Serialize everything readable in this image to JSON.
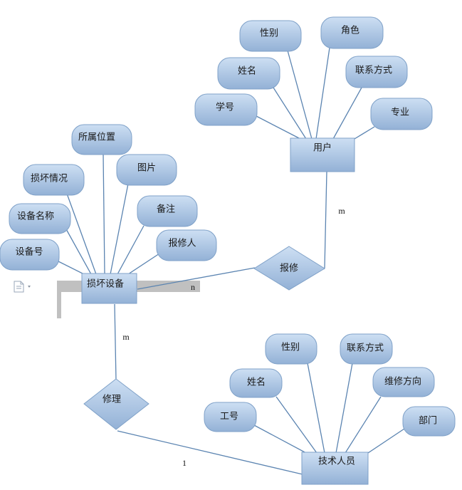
{
  "entities": {
    "user": "用户",
    "damaged_device": "损坏设备",
    "technician": "技术人员"
  },
  "relationships": {
    "report": "报修",
    "repair": "修理"
  },
  "user_attributes": {
    "gender": "性别",
    "role": "角色",
    "name": "姓名",
    "contact": "联系方式",
    "student_id": "学号",
    "major": "专业"
  },
  "device_attributes": {
    "location": "所属位置",
    "image": "图片",
    "damage_status": "损坏情况",
    "remark": "备注",
    "device_name": "设备名称",
    "reporter": "报修人",
    "device_id": "设备号"
  },
  "tech_attributes": {
    "gender": "性别",
    "contact": "联系方式",
    "name": "姓名",
    "repair_direction": "维修方向",
    "employee_id": "工号",
    "department": "部门"
  },
  "cardinalities": {
    "user_report": "m",
    "device_report": "n",
    "device_repair": "m",
    "tech_repair": "1"
  },
  "colors": {
    "shape_fill_top": "#c6d9f1",
    "shape_fill_bottom": "#95b3d7",
    "edge": "#5b84b1",
    "gray_bracket": "#c0c0c0"
  },
  "icons": {
    "doc": "document-paste-icon"
  }
}
